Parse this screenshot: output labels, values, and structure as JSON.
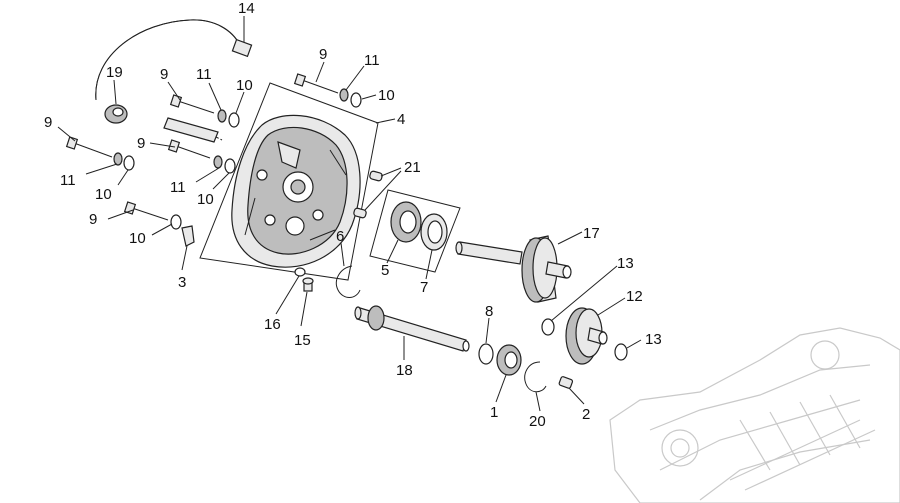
{
  "callouts": [
    {
      "id": "c14a",
      "label": "14"
    },
    {
      "id": "c19",
      "label": "19"
    },
    {
      "id": "c9a",
      "label": "9"
    },
    {
      "id": "c11a",
      "label": "11"
    },
    {
      "id": "c10a",
      "label": "10"
    },
    {
      "id": "c9b",
      "label": "9"
    },
    {
      "id": "c11b",
      "label": "11"
    },
    {
      "id": "c10b",
      "label": "10"
    },
    {
      "id": "c4",
      "label": "4"
    },
    {
      "id": "c9c",
      "label": "9"
    },
    {
      "id": "c11c",
      "label": "11"
    },
    {
      "id": "c10c",
      "label": "10"
    },
    {
      "id": "c9d",
      "label": "9"
    },
    {
      "id": "c11d",
      "label": "11"
    },
    {
      "id": "c10d",
      "label": "10"
    },
    {
      "id": "c21",
      "label": "21"
    },
    {
      "id": "c9e",
      "label": "9"
    },
    {
      "id": "c10e",
      "label": "10"
    },
    {
      "id": "c3",
      "label": "3"
    },
    {
      "id": "c6",
      "label": "6"
    },
    {
      "id": "c5",
      "label": "5"
    },
    {
      "id": "c7",
      "label": "7"
    },
    {
      "id": "c17",
      "label": "17"
    },
    {
      "id": "c13a",
      "label": "13"
    },
    {
      "id": "c12",
      "label": "12"
    },
    {
      "id": "c13b",
      "label": "13"
    },
    {
      "id": "c8",
      "label": "8"
    },
    {
      "id": "c16",
      "label": "16"
    },
    {
      "id": "c15",
      "label": "15"
    },
    {
      "id": "c18",
      "label": "18"
    },
    {
      "id": "c1",
      "label": "1"
    },
    {
      "id": "c20",
      "label": "20"
    },
    {
      "id": "c2",
      "label": "2"
    }
  ]
}
